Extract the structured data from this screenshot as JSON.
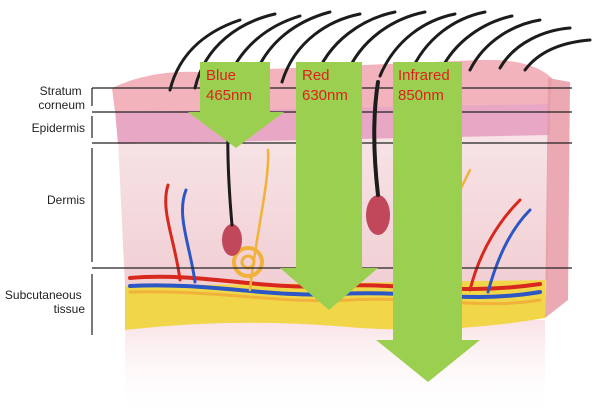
{
  "layers": [
    {
      "id": "stratum-corneum",
      "lines": [
        "Stratum",
        "corneum"
      ]
    },
    {
      "id": "epidermis",
      "lines": [
        "Epidermis"
      ]
    },
    {
      "id": "dermis",
      "lines": [
        "Dermis"
      ]
    },
    {
      "id": "subcutaneous-tissue",
      "lines": [
        "Subcutaneous",
        "tissue"
      ]
    }
  ],
  "light_arrows": [
    {
      "id": "blue",
      "name": "Blue",
      "wavelength": "465nm",
      "wavelength_nm": 465
    },
    {
      "id": "red",
      "name": "Red",
      "wavelength": "630nm",
      "wavelength_nm": 630
    },
    {
      "id": "infrared",
      "name": "Infrared",
      "wavelength": "850nm",
      "wavelength_nm": 850
    }
  ],
  "colors": {
    "arrow_fill": "#9bcf4f",
    "arrow_text": "#e02020",
    "label_text": "#222222",
    "skin_surface": "#f3b3bc",
    "epidermis": "#e8a8c5",
    "dermis": "#f6dde0",
    "fat": "#f2d64a",
    "artery": "#d8281e",
    "vein": "#2d57c4",
    "nerve": "#f0b23a",
    "hair": "#1c1c1c"
  }
}
